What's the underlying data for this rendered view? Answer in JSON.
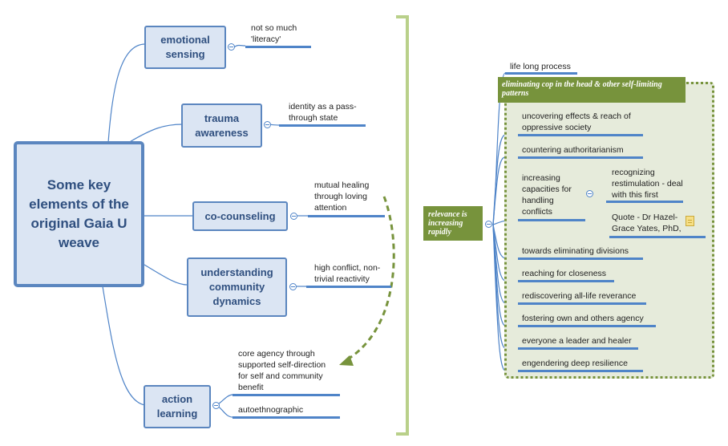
{
  "central": {
    "title": "Some key elements of the original Gaia U weave"
  },
  "topics": {
    "emotional_sensing": {
      "label": "emotional sensing",
      "leaf": "not so much 'literacy'"
    },
    "trauma_awareness": {
      "label": "trauma awareness",
      "leaf": "identity as a pass-through state"
    },
    "co_counseling": {
      "label": "co-counseling",
      "leaf": "mutual healing through loving attention"
    },
    "community_dynamics": {
      "label": "understanding community dynamics",
      "leaf": "high conflict, non-trivial reactivity"
    },
    "action_learning": {
      "label": "action learning",
      "leaves": [
        "core agency through supported self-direction for self and community benefit",
        "autoethnographic"
      ]
    }
  },
  "relevance": {
    "label": "relevance is increasing rapidly",
    "life_long": "life long process",
    "cop_label": "eliminating cop in the head & other self-limiting patterns",
    "items": [
      "uncovering effects & reach of oppressive society",
      "countering authoritarianism",
      "increasing capacities for handling conflicts",
      "towards eliminating divisions",
      "reaching for closeness",
      "rediscovering all-life reverance",
      "fostering own and others agency",
      "everyone a leader and healer",
      "engendering deep resilience"
    ],
    "conflict_children": [
      "recognizing restimulation - deal with this first",
      "Quote - Dr Hazel-Grace Yates, PhD,"
    ]
  },
  "colors": {
    "topic_fill": "#dbe5f3",
    "topic_border": "#5b86bf",
    "line": "#4f84c8",
    "green": "#77933c",
    "bracket": "#b9d08a"
  },
  "icons": {
    "note": "note-icon",
    "collapse": "collapse-icon"
  }
}
